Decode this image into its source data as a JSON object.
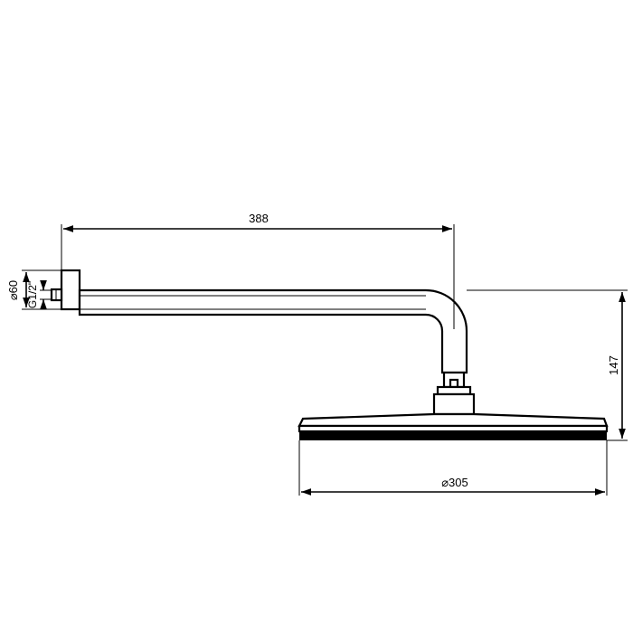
{
  "drawing": {
    "dimensions": {
      "arm_length": "388",
      "flange_diameter": "⌀60",
      "thread": "G1/2\"",
      "head_drop": "147",
      "head_diameter": "⌀305"
    },
    "colors": {
      "line": "#000000",
      "background": "#ffffff"
    }
  }
}
